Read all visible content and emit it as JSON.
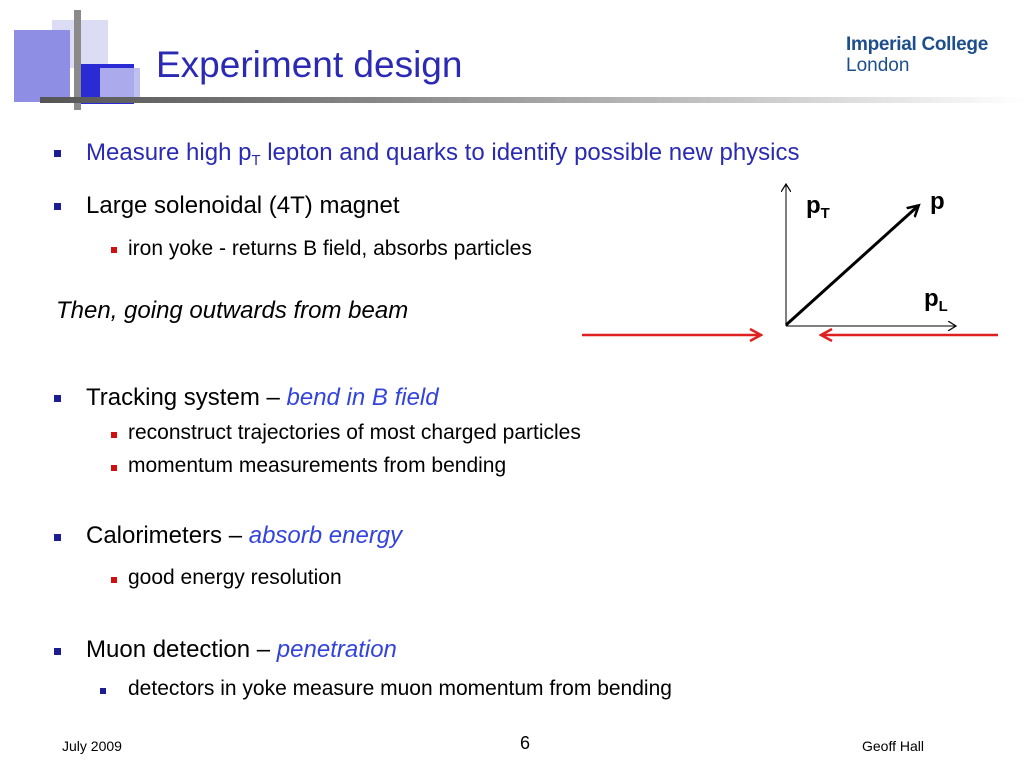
{
  "header": {
    "title": "Experiment design",
    "logo_line1": "Imperial College",
    "logo_line2": "London"
  },
  "bullets": {
    "b1_prefix": "Measure high p",
    "b1_sub": "T",
    "b1_suffix": " lepton and quarks to identify possible new physics",
    "b2": "Large solenoidal (4T) magnet",
    "b2_sub1": "iron yoke - returns B field, absorbs particles",
    "then_text": "Then, going outwards from beam",
    "b3_plain": "Tracking system – ",
    "b3_em": "bend in B field",
    "b3_sub1": "reconstruct trajectories of most charged particles",
    "b3_sub2": "momentum measurements from bending",
    "b4_plain": "Calorimeters – ",
    "b4_em": "absorb energy",
    "b4_sub1": "good energy resolution",
    "b5_plain": "Muon detection – ",
    "b5_em": "penetration",
    "b5_sub1": "detectors in yoke measure muon momentum from bending"
  },
  "diagram": {
    "pt_label": "p",
    "pt_sub": "T",
    "p_label": "p",
    "pl_label": "p",
    "pl_sub": "L"
  },
  "footer": {
    "date": "July 2009",
    "page": "6",
    "author": "Geoff Hall"
  },
  "colors": {
    "title_blue": "#2a2ab4",
    "emphasis_blue": "#3344dd",
    "beam_red": "#e02020",
    "bullet_red": "#d01010"
  }
}
